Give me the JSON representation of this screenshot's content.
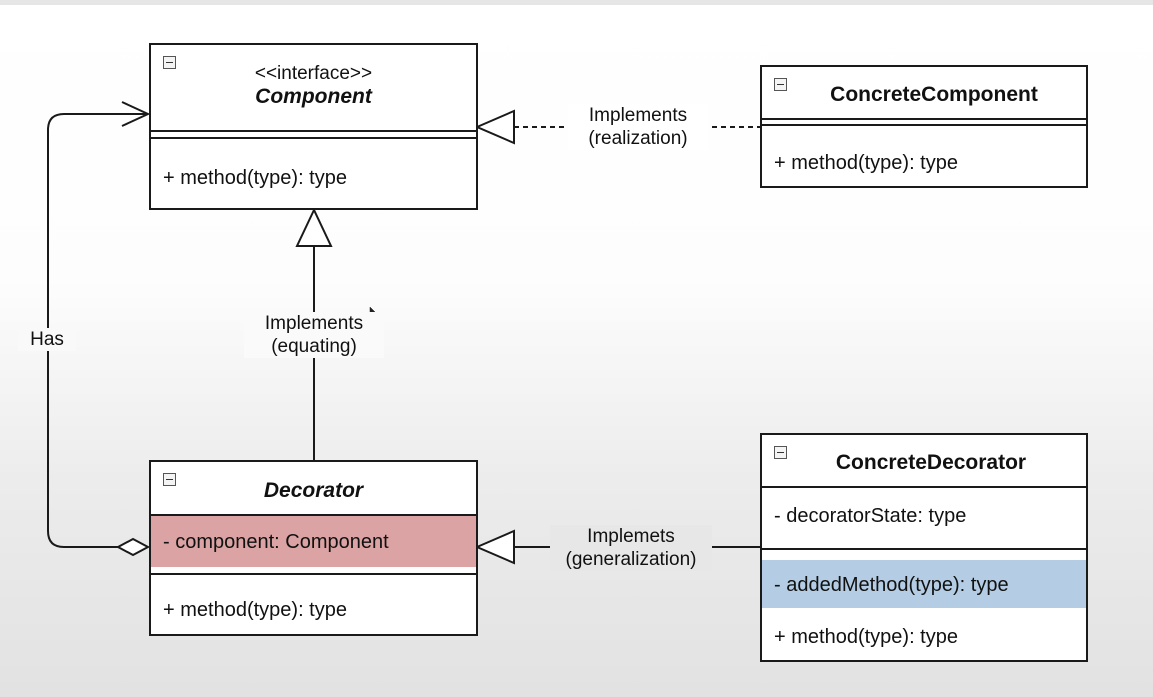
{
  "classes": {
    "component": {
      "stereotype": "<<interface>>",
      "name": "Component",
      "methods": [
        "+ method(type): type"
      ]
    },
    "concrete_component": {
      "name": "ConcreteComponent",
      "methods": [
        "+ method(type): type"
      ]
    },
    "decorator": {
      "name": "Decorator",
      "attributes": [
        "- component: Component"
      ],
      "methods": [
        "+ method(type): type"
      ]
    },
    "concrete_decorator": {
      "name": "ConcreteDecorator",
      "attributes": [
        "- decoratorState: type"
      ],
      "methods": [
        "- addedMethod(type): type",
        "+ method(type): type"
      ]
    }
  },
  "relations": {
    "realization": {
      "line1": "Implements",
      "line2": "(realization)"
    },
    "equating": {
      "line1": "Implements",
      "line2": "(equating)"
    },
    "generalization": {
      "line1": "Implemets",
      "line2": "(generalization)"
    },
    "has": {
      "label": "Has"
    }
  },
  "colors": {
    "highlight_attribute": "#dba3a3",
    "highlight_method": "#b4cde4",
    "line": "#1a1a1a"
  }
}
